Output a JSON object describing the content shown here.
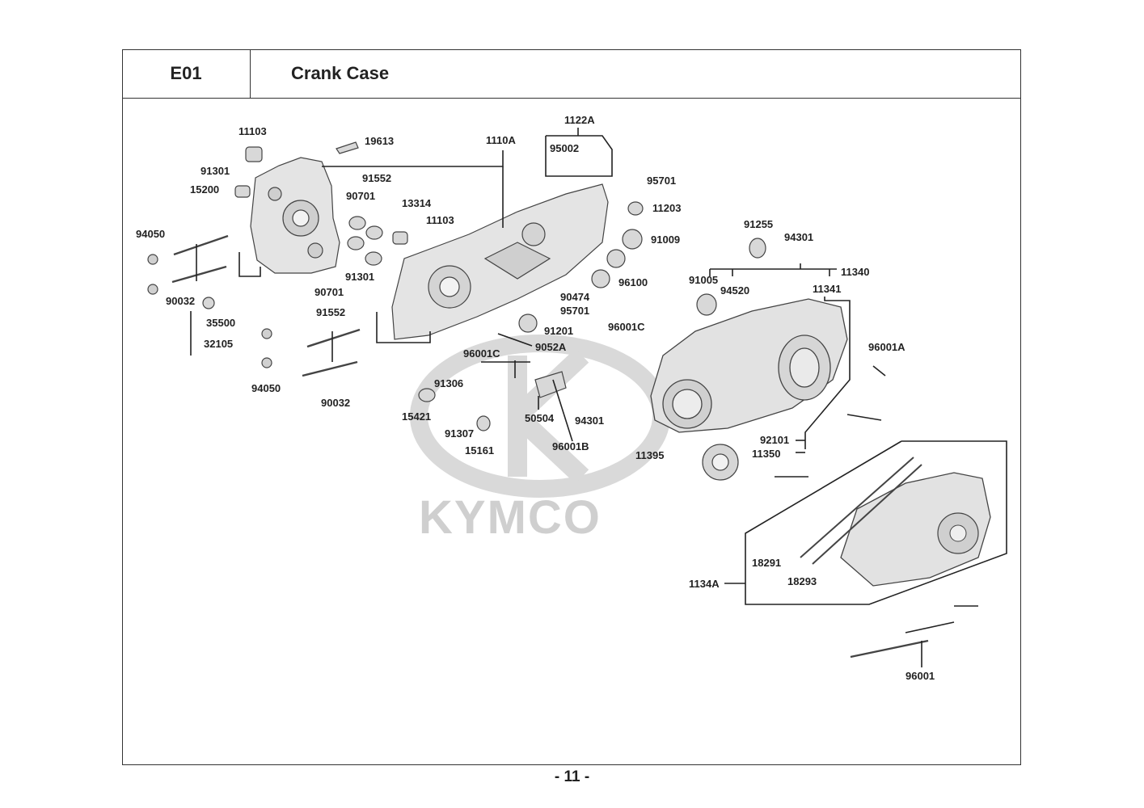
{
  "header": {
    "code": "E01",
    "title": "Crank Case"
  },
  "footer": {
    "page_number": "- 11 -"
  },
  "watermark": {
    "brand": "KYMCO",
    "color": "#cfcfcf"
  },
  "colors": {
    "line": "#222222",
    "part_fill": "#dcdcdc",
    "part_stroke": "#444444"
  },
  "part_labels": [
    "11103",
    "19613",
    "91301",
    "15200",
    "91552",
    "90701",
    "13314",
    "11103",
    "94050",
    "90032",
    "91301",
    "90701",
    "91552",
    "35500",
    "32105",
    "94050",
    "90032",
    "1110A",
    "1122A",
    "95002",
    "95701",
    "11203",
    "91009",
    "96100",
    "90474",
    "95701",
    "91201",
    "9052A",
    "96001C",
    "96001C",
    "91306",
    "15421",
    "91307",
    "15161",
    "50504",
    "94301",
    "96001B",
    "91255",
    "94301",
    "11340",
    "91005",
    "94520",
    "11341",
    "96001A",
    "11395",
    "92101",
    "11350",
    "18291",
    "18293",
    "1134A",
    "96001"
  ]
}
